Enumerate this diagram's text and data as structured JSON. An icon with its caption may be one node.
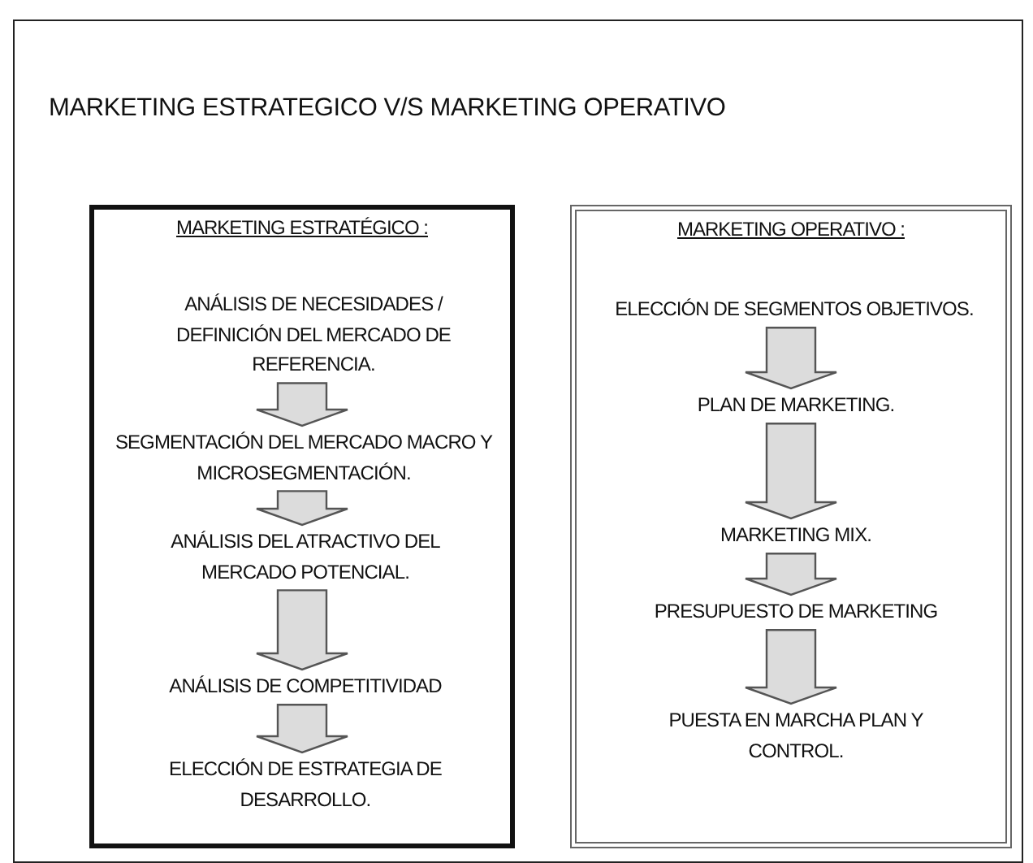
{
  "diagram": {
    "title": "MARKETING ESTRATEGICO V/S MARKETING OPERATIVO",
    "nodes": [
      {
        "text": [
          "MARKETING ESTRATÉGICO :"
        ]
      },
      {
        "text": [
          "ANÁLISIS DE NECESIDADES / DEFINICIÓN DEL MERCADO DE REFERENCIA."
        ],
        "in": 0
      },
      {
        "text": [
          "SEGMENTACIÓN DEL MERCADO MACRO Y MICROSEGMENTACIÓN."
        ],
        "in": 0
      },
      {
        "text": [
          "ANÁLISIS DEL ATRACTIVO DEL MERCADO POTENCIAL."
        ],
        "in": 0
      },
      {
        "text": [
          "ANÁLISIS DE COMPETITIVIDAD"
        ],
        "in": 0
      },
      {
        "text": [
          "ELECCIÓN DE ESTRATEGIA DE DESARROLLO."
        ],
        "in": 0
      },
      {
        "text": [
          "MARKETING OPERATIVO :"
        ]
      },
      {
        "text": [
          "ELECCIÓN DE SEGMENTOS OBJETIVOS."
        ],
        "in": 6
      },
      {
        "text": [
          "PLAN DE MARKETING."
        ],
        "in": 6
      },
      {
        "text": [
          "MARKETING MIX."
        ],
        "in": 6
      },
      {
        "text": [
          "PRESUPUESTO DE MARKETING"
        ],
        "in": 6
      },
      {
        "text": [
          "PUESTA EN MARCHA PLAN Y CONTROL."
        ],
        "in": 6
      }
    ],
    "edges": [
      {
        "from": 1,
        "to": 2,
        "arrow": "to"
      },
      {
        "from": 2,
        "to": 3,
        "arrow": "to"
      },
      {
        "from": 3,
        "to": 4,
        "arrow": "to"
      },
      {
        "from": 4,
        "to": 5,
        "arrow": "to"
      },
      {
        "from": 7,
        "to": 8,
        "arrow": "to"
      },
      {
        "from": 8,
        "to": 9,
        "arrow": "to"
      },
      {
        "from": 9,
        "to": 10,
        "arrow": "to"
      },
      {
        "from": 10,
        "to": 11,
        "arrow": "to"
      }
    ]
  }
}
